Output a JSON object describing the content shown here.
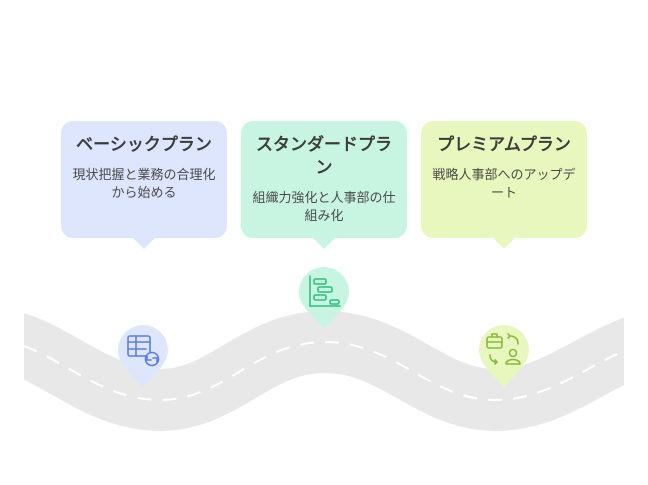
{
  "colors": {
    "road": "#e8e8e8",
    "road_dash": "#ffffff",
    "plan1_bg": "#dde6fc",
    "plan1_icon": "#5b7de8",
    "plan2_bg": "#c8f5e2",
    "plan2_icon": "#2fbf7e",
    "plan3_bg": "#e8f7be",
    "plan3_icon": "#8ab83a"
  },
  "plans": [
    {
      "title": "ベーシックプラン",
      "description": "現状把握と業務の合理化から始める",
      "icon": "table-refresh-icon"
    },
    {
      "title": "スタンダードプラン",
      "description": "組織力強化と人事部の仕組み化",
      "icon": "gantt-chart-icon"
    },
    {
      "title": "プレミアムプラン",
      "description": "戦略人事部へのアップデート",
      "icon": "briefcase-person-swap-icon"
    }
  ]
}
